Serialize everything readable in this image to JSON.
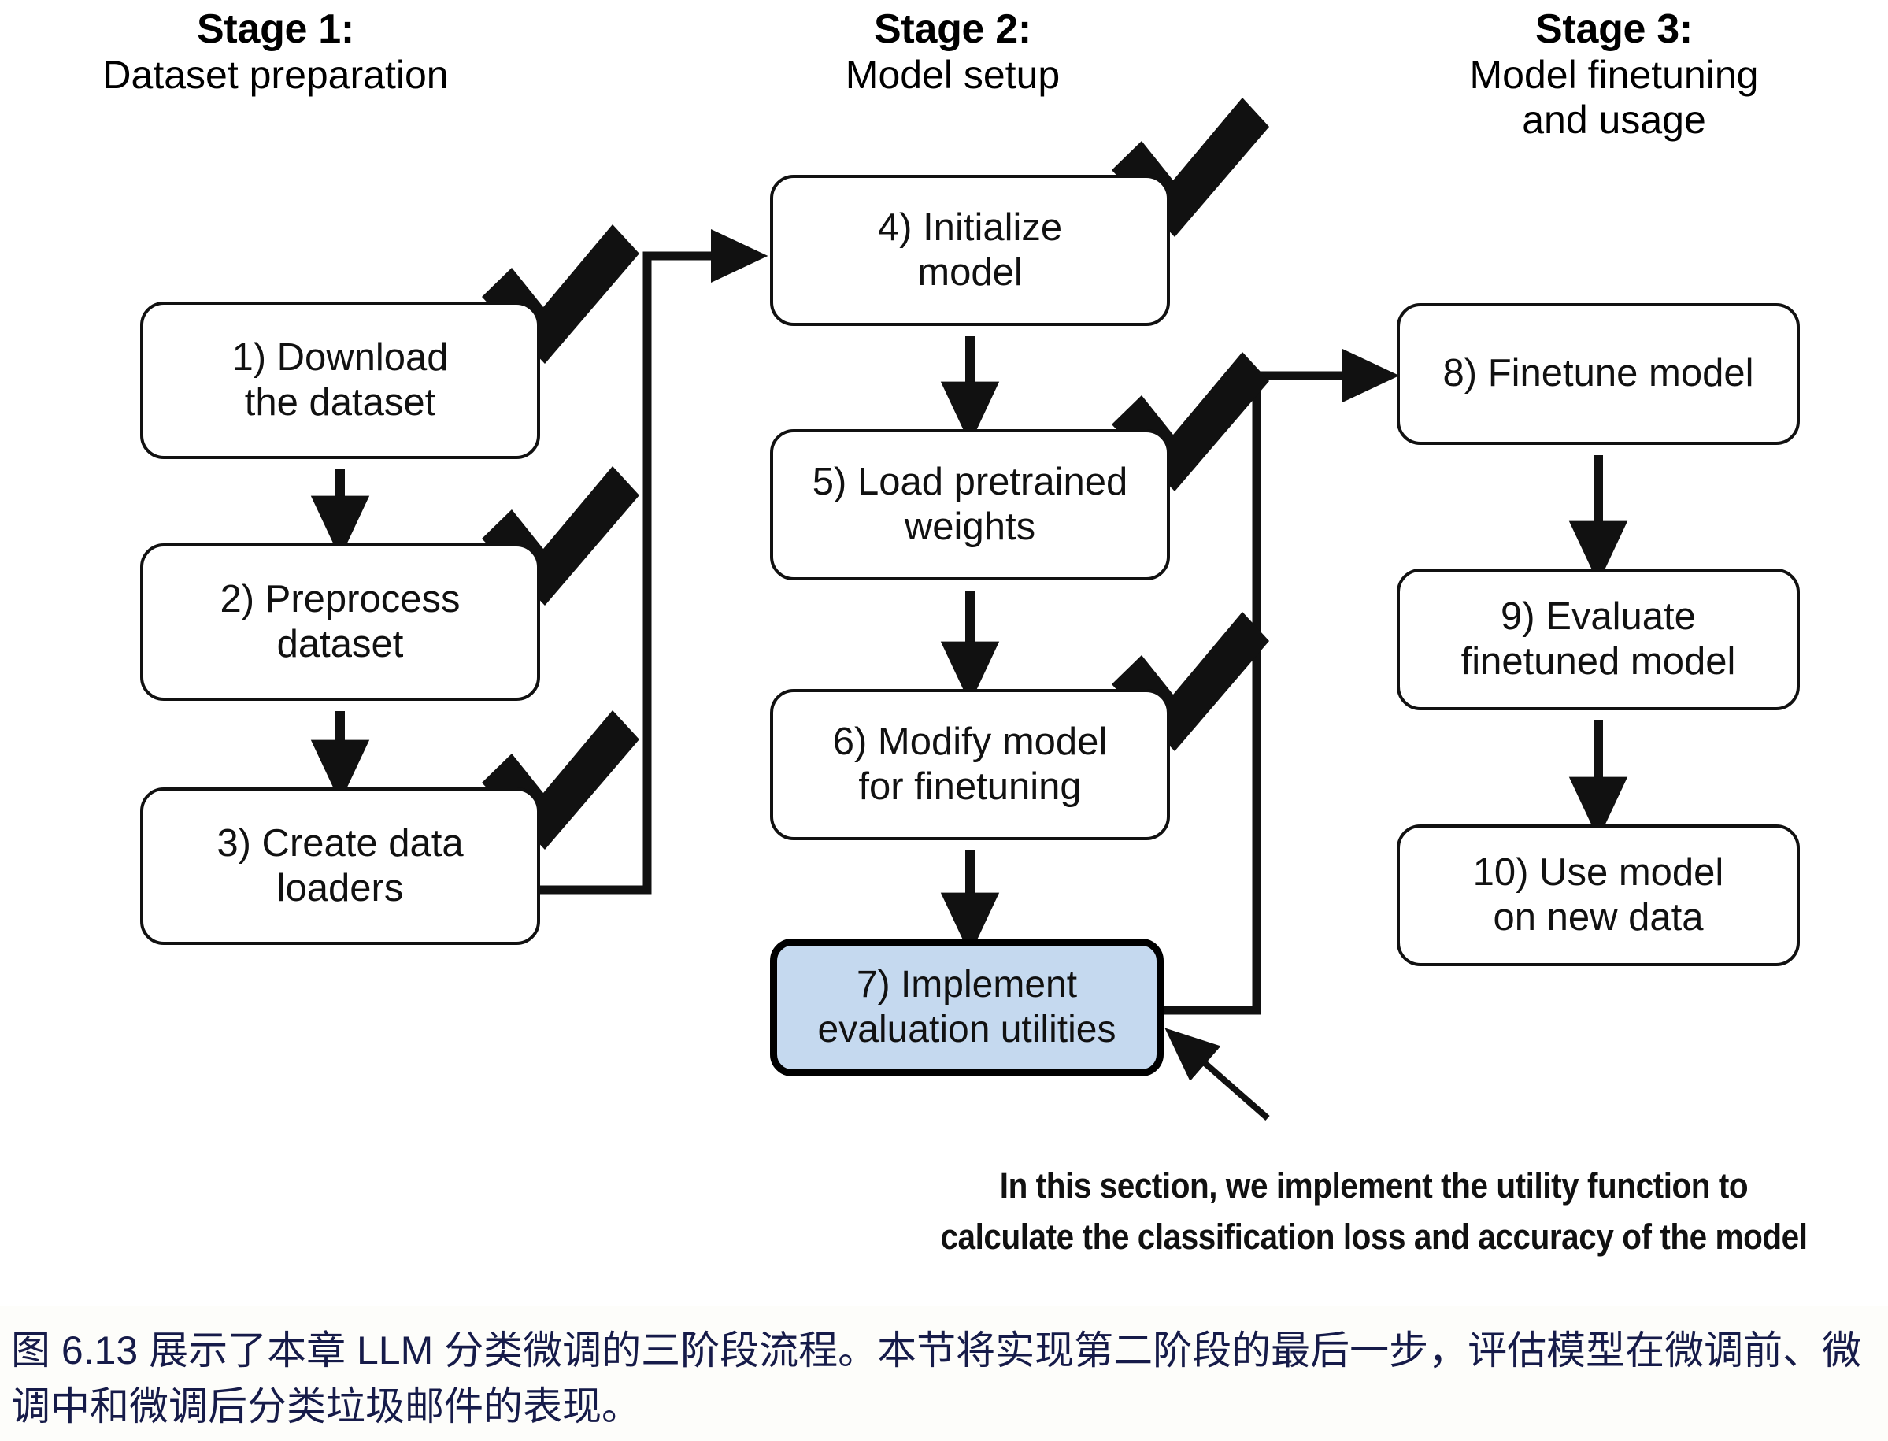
{
  "stages": [
    {
      "id": "stage1",
      "title": "Stage 1:",
      "subtitle": "Dataset preparation"
    },
    {
      "id": "stage2",
      "title": "Stage 2:",
      "subtitle": "Model setup"
    },
    {
      "id": "stage3",
      "title": "Stage 3:",
      "subtitle": "Model finetuning\nand usage"
    }
  ],
  "stage3_sub_line1": "Model finetuning",
  "stage3_sub_line2": "and usage",
  "boxes": [
    {
      "n": 1,
      "line1": "1) Download",
      "line2": "the dataset",
      "done": true,
      "highlight": false
    },
    {
      "n": 2,
      "line1": "2) Preprocess",
      "line2": "dataset",
      "done": true,
      "highlight": false
    },
    {
      "n": 3,
      "line1": "3) Create data",
      "line2": "loaders",
      "done": true,
      "highlight": false
    },
    {
      "n": 4,
      "line1": "4) Initialize",
      "line2": "model",
      "done": true,
      "highlight": false
    },
    {
      "n": 5,
      "line1": "5) Load pretrained",
      "line2": "weights",
      "done": true,
      "highlight": false
    },
    {
      "n": 6,
      "line1": "6) Modify model",
      "line2": "for finetuning",
      "done": true,
      "highlight": false
    },
    {
      "n": 7,
      "line1": "7) Implement",
      "line2": "evaluation utilities",
      "done": false,
      "highlight": true
    },
    {
      "n": 8,
      "line1": "8) Finetune model",
      "line2": "",
      "done": false,
      "highlight": false
    },
    {
      "n": 9,
      "line1": "9) Evaluate",
      "line2": "finetuned model",
      "done": false,
      "highlight": false
    },
    {
      "n": 10,
      "line1": "10) Use model",
      "line2": "on new data",
      "done": false,
      "highlight": false
    }
  ],
  "box_text": {
    "b1l1": "1) Download",
    "b1l2": "the dataset",
    "b2l1": "2) Preprocess",
    "b2l2": "dataset",
    "b3l1": "3) Create data",
    "b3l2": "loaders",
    "b4l1": "4) Initialize",
    "b4l2": "model",
    "b5l1": "5) Load pretrained",
    "b5l2": "weights",
    "b6l1": "6) Modify model",
    "b6l2": "for finetuning",
    "b7l1": "7) Implement",
    "b7l2": "evaluation utilities",
    "b8l1": "8) Finetune model",
    "b8l2": "",
    "b9l1": "9) Evaluate",
    "b9l2": "finetuned model",
    "b10l1": "10) Use model",
    "b10l2": "on new data"
  },
  "annotation": {
    "line1": "In this section, we implement the utility function to",
    "line2": "calculate the classification loss and accuracy of the model"
  },
  "caption": {
    "line1": "图 6.13 展示了本章 LLM 分类微调的三阶段流程。本节将实现第二阶段的最后一步，评估模型在微调前、微",
    "line2": "调中和微调后分类垃圾邮件的表现。"
  },
  "colors": {
    "highlight_fill": "#c5d9ef",
    "stroke": "#111111",
    "caption_text": "#161b49",
    "caption_bg": "#fdfdfa",
    "page_bg": "#ffffff"
  },
  "icons": {
    "check": "checkmark-icon",
    "arrow_down": "arrow-down-icon",
    "arrow_right": "arrow-right-icon",
    "callout": "callout-arrow-icon"
  }
}
